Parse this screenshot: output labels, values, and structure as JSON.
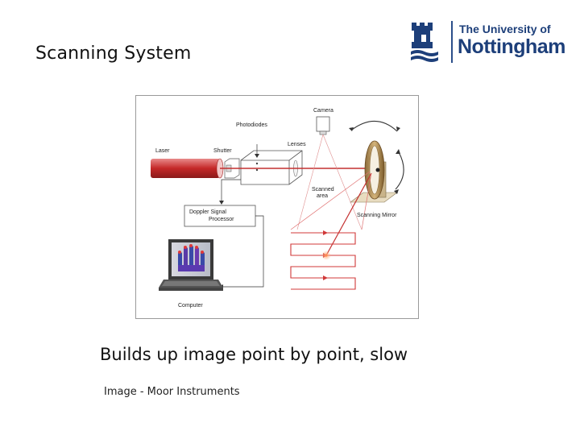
{
  "slide": {
    "title": "Scanning System",
    "caption": "Builds up image point by point, slow",
    "credit": "Image - Moor Instruments"
  },
  "logo": {
    "line1": "The University of",
    "line2": "Nottingham",
    "brand_color": "#1d3f7a"
  },
  "diagram": {
    "labels": {
      "camera": "Camera",
      "photodiodes": "Photodiodes",
      "lenses": "Lenses",
      "laser": "Laser",
      "shutter": "Shutter",
      "scanned_area_1": "Scanned",
      "scanned_area_2": "area",
      "scanning_mirror": "Scanning Mirror",
      "doppler_1": "Doppler Signal",
      "doppler_2": "Processor",
      "computer": "Computer"
    },
    "colors": {
      "laser_beam": "#c43030",
      "scan_lines": "#d03838",
      "arrows": "#333333"
    }
  }
}
